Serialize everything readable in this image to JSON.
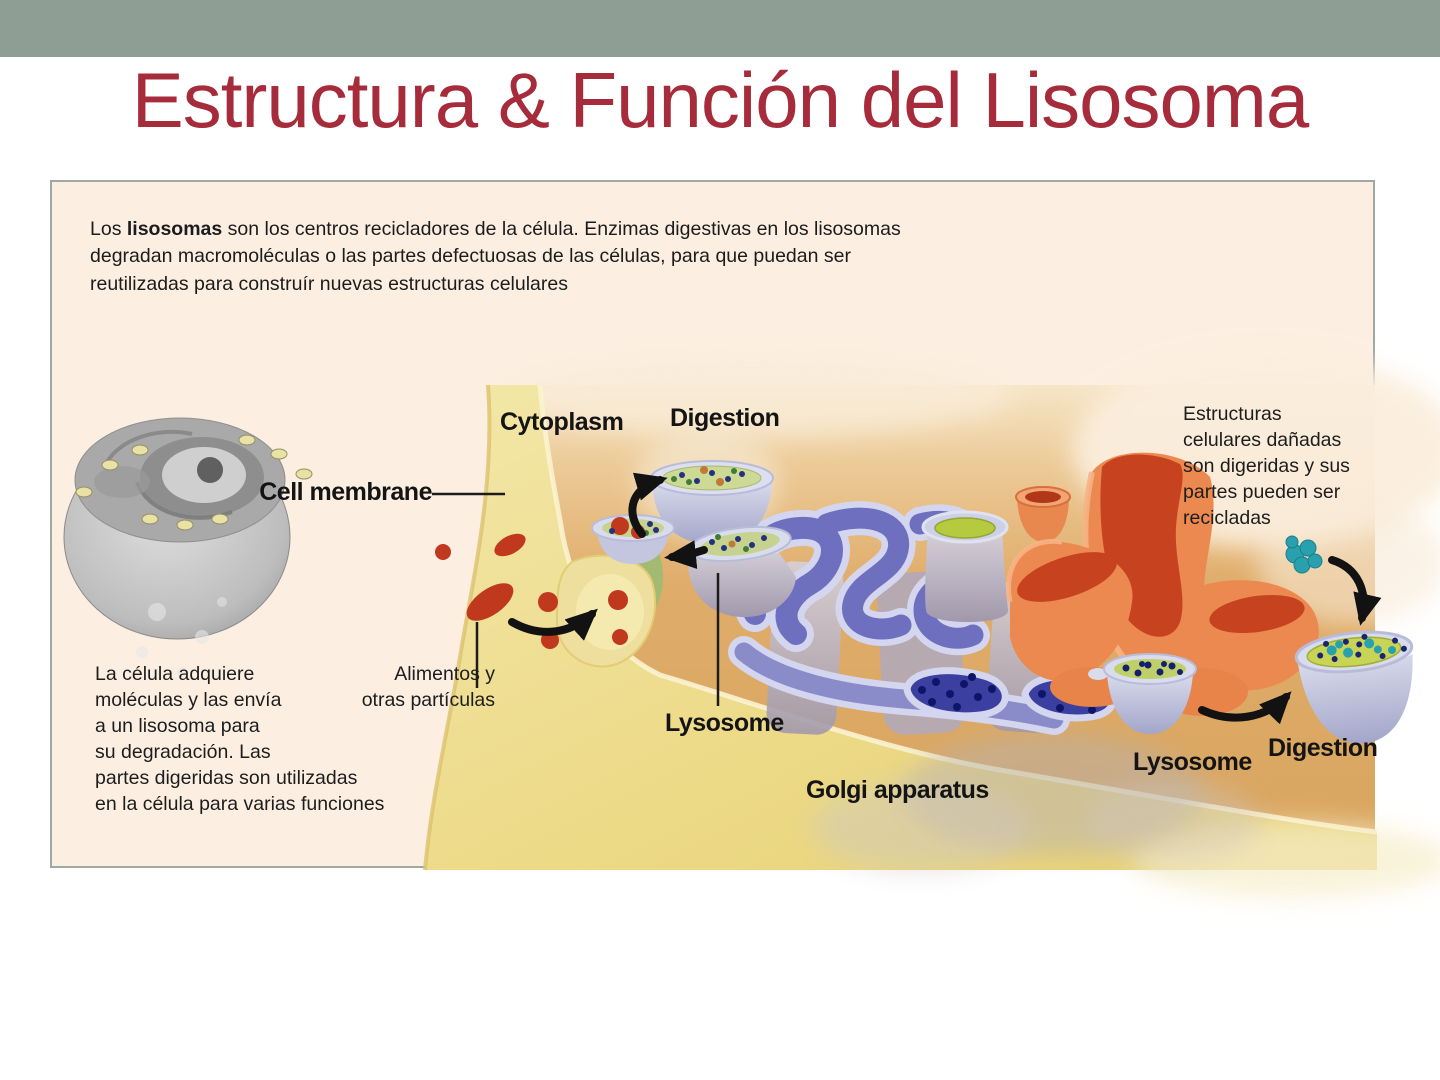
{
  "title": "Estructura & Función del Lisosoma",
  "panel": {
    "intro": {
      "prefix": "Los ",
      "bold": "lisosomas",
      "rest": " son los centros recicladores de la célula. Enzimas digestivas en los lisosomas degradan macromoléculas o las partes defectuosas de las células, para que puedan ser reutilizadas para construír nuevas estructuras celulares"
    }
  },
  "diagram": {
    "labels": {
      "cytoplasm": "Cytoplasm",
      "digestion_top": "Digestion",
      "cell_membrane": "Cell membrane",
      "lysosome_center": "Lysosome",
      "golgi": "Golgi apparatus",
      "lysosome_right": "Lysosome",
      "digestion_right": "Digestion"
    },
    "notes": {
      "damaged": [
        "Estructuras",
        "celulares dañadas",
        "son digeridas y sus",
        "partes pueden ser",
        "recicladas"
      ],
      "acquire": [
        "La célula adquiere",
        "moléculas y las envía",
        "a un lisosoma para",
        "su degradación. Las",
        "partes digeridas son utilizadas",
        "en la célula para varias funciones"
      ],
      "food": [
        "Alimentos y",
        "otras partículas"
      ]
    }
  },
  "colors": {
    "header_bar": "#8f9e94",
    "title_red": "#a62b3b",
    "panel_bg": "#fcefe2",
    "membrane_yellow": "#ecd98d",
    "cytoplasm_tan": "#dfae6e",
    "golgi_purple": "#6e70bf",
    "organelle_orange": "#ec8950",
    "lysosome_green": "#c2d48e",
    "cup_lavender": "#c9cce4",
    "particle_red": "#c23a20",
    "molecule_teal": "#2a9fad"
  }
}
